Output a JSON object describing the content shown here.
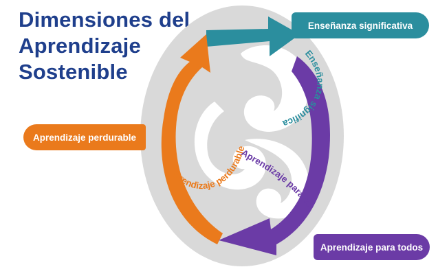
{
  "title": {
    "line1": "Dimensiones del",
    "line2": "Aprendizaje",
    "line3": "Sostenible"
  },
  "tags": {
    "teal": "Enseñanza significativa",
    "orange": "Aprendizaje perdurable",
    "purple": "Aprendizaje para todos"
  },
  "curved_labels": {
    "teal": "Enseñanza significativa",
    "orange": "Aprendizaje perdurable",
    "purple": "Aprendizaje para todos"
  },
  "colors": {
    "title": "#1f3f8c",
    "teal": "#2b8e9e",
    "orange": "#ea7a1c",
    "purple": "#6b3ba6",
    "disc": "#d9d9d9"
  }
}
